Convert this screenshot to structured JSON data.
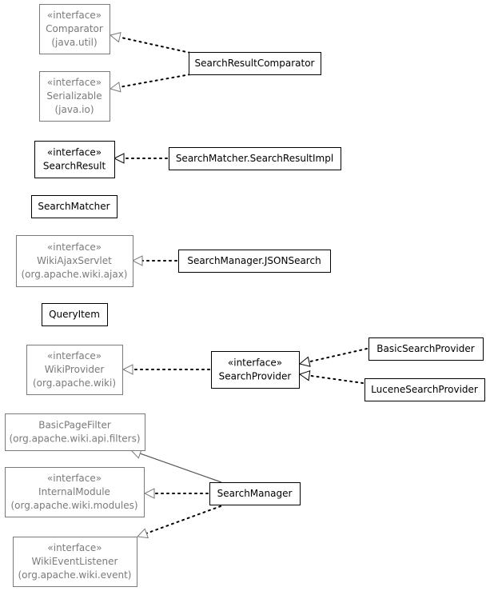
{
  "diagram": {
    "type": "uml-class-diagram",
    "colors": {
      "primary": "#000000",
      "external": "#7a7a7a",
      "background": "#ffffff"
    },
    "nodes": [
      {
        "id": "comparator",
        "style": "external",
        "lines": [
          "«interface»",
          "Comparator",
          "(java.util)"
        ]
      },
      {
        "id": "search-result-comparator",
        "style": "primary",
        "lines": [
          "SearchResultComparator"
        ]
      },
      {
        "id": "serializable",
        "style": "external",
        "lines": [
          "«interface»",
          "Serializable",
          "(java.io)"
        ]
      },
      {
        "id": "search-result",
        "style": "primary",
        "lines": [
          "«interface»",
          "SearchResult"
        ]
      },
      {
        "id": "search-result-impl",
        "style": "primary",
        "lines": [
          "SearchMatcher.SearchResultImpl"
        ]
      },
      {
        "id": "search-matcher",
        "style": "primary",
        "lines": [
          "SearchMatcher"
        ]
      },
      {
        "id": "wiki-ajax-servlet",
        "style": "external",
        "lines": [
          "«interface»",
          "WikiAjaxServlet",
          "(org.apache.wiki.ajax)"
        ]
      },
      {
        "id": "json-search",
        "style": "primary",
        "lines": [
          "SearchManager.JSONSearch"
        ]
      },
      {
        "id": "query-item",
        "style": "primary",
        "lines": [
          "QueryItem"
        ]
      },
      {
        "id": "wiki-provider",
        "style": "external",
        "lines": [
          "«interface»",
          "WikiProvider",
          "(org.apache.wiki)"
        ]
      },
      {
        "id": "search-provider",
        "style": "primary",
        "lines": [
          "«interface»",
          "SearchProvider"
        ]
      },
      {
        "id": "basic-search-provider",
        "style": "primary",
        "lines": [
          "BasicSearchProvider"
        ]
      },
      {
        "id": "lucene-search-provider",
        "style": "primary",
        "lines": [
          "LuceneSearchProvider"
        ]
      },
      {
        "id": "basic-page-filter",
        "style": "external",
        "lines": [
          "BasicPageFilter",
          "(org.apache.wiki.api.filters)"
        ]
      },
      {
        "id": "internal-module",
        "style": "external",
        "lines": [
          "«interface»",
          "InternalModule",
          "(org.apache.wiki.modules)"
        ]
      },
      {
        "id": "search-manager",
        "style": "primary",
        "lines": [
          "SearchManager"
        ]
      },
      {
        "id": "wiki-event-listener",
        "style": "external",
        "lines": [
          "«interface»",
          "WikiEventListener",
          "(org.apache.wiki.event)"
        ]
      }
    ],
    "edges": [
      {
        "from": "search-result-comparator",
        "to": "comparator",
        "kind": "implements"
      },
      {
        "from": "search-result-comparator",
        "to": "serializable",
        "kind": "implements"
      },
      {
        "from": "search-result-impl",
        "to": "search-result",
        "kind": "implements"
      },
      {
        "from": "json-search",
        "to": "wiki-ajax-servlet",
        "kind": "implements"
      },
      {
        "from": "search-provider",
        "to": "wiki-provider",
        "kind": "implements"
      },
      {
        "from": "basic-search-provider",
        "to": "search-provider",
        "kind": "implements"
      },
      {
        "from": "lucene-search-provider",
        "to": "search-provider",
        "kind": "implements"
      },
      {
        "from": "search-manager",
        "to": "basic-page-filter",
        "kind": "extends"
      },
      {
        "from": "search-manager",
        "to": "internal-module",
        "kind": "implements"
      },
      {
        "from": "search-manager",
        "to": "wiki-event-listener",
        "kind": "implements"
      }
    ]
  }
}
